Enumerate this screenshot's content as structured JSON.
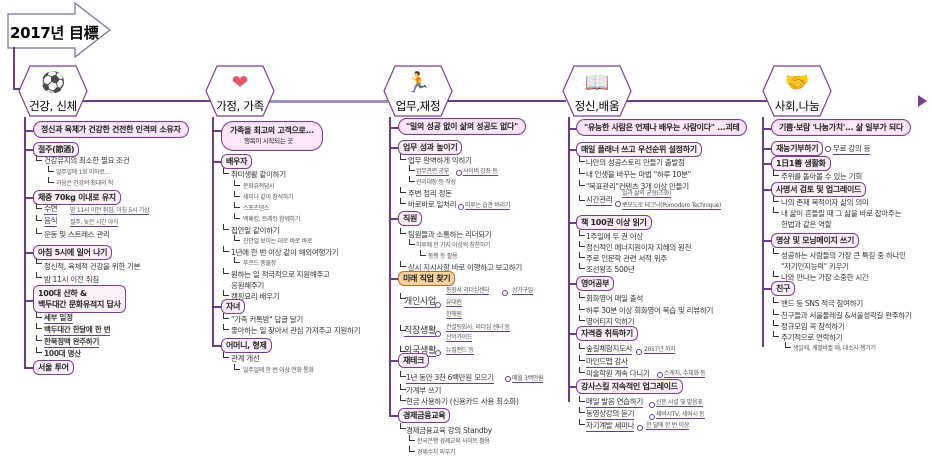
{
  "title": "2017년 目標",
  "colors": {
    "branch": "#6b3f87",
    "cloud_fill": "#fbe6fa",
    "box_fill": "#fdf0fb",
    "highlight_fill": "#fcd3a0"
  },
  "branches": [
    {
      "label": "건강, 신체",
      "icon": "soccer-player-icon",
      "glyph": "⚽",
      "motto": "정신과 육체가 건강한 건전한 인격의 소유자",
      "topics": [
        {
          "label": "절주(節酒)",
          "items": [
            {
              "text": "건강유지의 최소한 필요 조건",
              "sub": [
                "일주일에 1회 이하로...",
                "과음은 건강의 최대의 적"
              ]
            }
          ]
        },
        {
          "label": "체중 70kg 이내로 유지",
          "items": [
            {
              "text": "수면",
              "note": "밤 11시 이전 취침, 아침 5시 기상"
            },
            {
              "text": "음식",
              "note": "절주, 늦은 시간 야식"
            },
            {
              "text": "운동 및 스트레스 관리"
            }
          ]
        },
        {
          "label": "아침 5시에 일어 나기",
          "items": [
            {
              "text": "정신적, 육체적 건강을 위한 기본"
            },
            {
              "text": "밤 11시 이전 취침"
            }
          ]
        },
        {
          "label_line1": "100대 산하 &",
          "label_line2": "백두대간 문화유적지 답사",
          "items": [
            {
              "text": "세부 일정"
            },
            {
              "text": "백두대간 한달에 한 번"
            },
            {
              "text": "한북정맥 완주하기"
            },
            {
              "text": "100대 명산"
            }
          ]
        },
        {
          "label": "서울 투어",
          "items": []
        }
      ]
    },
    {
      "label": "가정, 가족",
      "icon": "heart-hand-icon",
      "glyph": "❤",
      "motto": "가족을 최고의 고객으로...",
      "motto_sub": "행복이 시작되는 곳",
      "topics": [
        {
          "label": "배우자",
          "items": [
            {
              "text": "취미생활 같이하기",
              "sub": [
                "문화유적답사",
                "세미나 같이 참석하기",
                "스포츠댄스",
                "백패킹, 트레킹 함께하기"
              ]
            },
            {
              "text": "집안일 같이하기",
              "sub": [
                "진안일 보이는 대로 바로 바로"
              ]
            },
            {
              "text": "1년에 한 번 이상 같이 해외여행가기",
              "sub": [
                "푸르드 풍물장"
              ]
            },
            {
              "text": "원하는 일 적극적으로 지원해주고",
              "text2": "응원해주기"
            },
            {
              "text": "캠핑요리 배우기"
            }
          ]
        },
        {
          "label": "자녀",
          "items": [
            {
              "text": "\"가족 커톡방\" 답글 달기"
            },
            {
              "text": "좋아하는 일 찾아서 관심 가져주고 지원하기"
            }
          ]
        },
        {
          "label": "어머니, 형제",
          "items": [
            {
              "text": "관계 개선",
              "sub": [
                "일주일에 한 번 이상 전화 통화"
              ]
            }
          ]
        }
      ]
    },
    {
      "label": "업무,재정",
      "icon": "business-runner-icon",
      "glyph": "🏃",
      "motto": "\"일의 성공 없이 삶의 성공도 없다\"",
      "topics": [
        {
          "label": "업무 성과 높이기",
          "items": [
            {
              "text": "업무 완벽하게 익히기",
              "sub": [
                "업무관련 공부",
                "관리대장 등 작성"
              ],
              "sub_note": "사이버 강좌 등"
            },
            {
              "text": "주변 정리 정돈"
            },
            {
              "text": "바로바로 일처리",
              "note": "미루는 습관 버리기"
            }
          ]
        },
        {
          "label": "직원",
          "items": [
            {
              "text": "팀원들과 소통하는 리더되기",
              "sub": [
                "하루에 한 가지 이상씩 칭찬하기"
              ],
              "sub2": [
                "동행 등 활용"
              ]
            },
            {
              "text": "상시 지시사항 바로 이행하고 보고하기"
            }
          ]
        },
        {
          "label": "미래 직업 찾기",
          "highlight": true,
          "items": [
            {
              "text": "개인사업",
              "options": [
                "동장사 리더십센터",
                "유대원",
                "한해원"
              ],
              "option_note": "상가구입"
            },
            {
              "text": "직장생활",
              "options": [
                "컨설팅회사, 리더십 센터 등",
                "산악가이드"
              ]
            },
            {
              "text": "외국생활",
              "options": [
                "뉴질랜드 등"
              ]
            }
          ]
        },
        {
          "label": "재테크",
          "items": [
            {
              "text": "1년 동안 3천 6백만원 모으기",
              "note": "매월 3백만원"
            },
            {
              "text": "가계부 쓰기"
            },
            {
              "text": "현금 사용하기 (신용카드 사용 최소화)"
            }
          ]
        },
        {
          "label": "경제금융교육",
          "items": [
            {
              "text": "경제금융교육 강의 Standby",
              "sub": [
                "한국은행 경제교육 사이트 활용",
                "경제수치 외우기"
              ]
            }
          ]
        }
      ]
    },
    {
      "label": "정신,배움",
      "icon": "open-book-icon",
      "glyph": "📖",
      "motto": "\"유능한 사람은 언제나 배우는 사람이다\" ...괴테",
      "topics": [
        {
          "label": "매일 플래너 쓰고 우선순위 설정하기",
          "items": [
            {
              "text": "나만의 성공스토리 만들기 출발점"
            },
            {
              "text": "내 인생을 바꾸는 마법 \"하루 10분\""
            },
            {
              "text": "\"목표관리\"컨텐츠 3개 이상 만들기"
            },
            {
              "text": "시간관리",
              "options": [
                "일과 삶의 균형(조화)",
                "뽀모도로 테크닉(Pomodoro Technique)"
              ]
            }
          ]
        },
        {
          "label": "책 100권 이상 읽기",
          "items": [
            {
              "text": "1주일에 두 권 이상"
            },
            {
              "text": "정신적인 에너지원이자 지혜의 원천"
            },
            {
              "text": "주로 인문학 관련 서적 위주"
            },
            {
              "text": "조선왕조 500년"
            }
          ]
        },
        {
          "label": "영어공부",
          "items": [
            {
              "text": "회화영어 매일 출석"
            },
            {
              "text": "하루 30분 이상 회화영어 복습 및 리뷰하기"
            },
            {
              "text": "영어티지 익히기"
            }
          ]
        },
        {
          "label": "자격증 취득하기",
          "items": [
            {
              "text": "숲길체험지도사",
              "note": "2017년 까지"
            },
            {
              "text": "마인드맵 강사"
            },
            {
              "text": "미술학원 계속 다니기",
              "note": "스케치, 수채화 등"
            }
          ]
        },
        {
          "label": "강사스킬 지속적인 업그레이드",
          "items": [
            {
              "text": "매일 발음 연습하기",
              "note": "신문 사설 및 발음표"
            },
            {
              "text": "동영상강의 듣기",
              "note": "세바시TV, 세바시 등"
            },
            {
              "text": "자기계발 세미나",
              "note": "한 달에 한 번 이상"
            }
          ]
        }
      ]
    },
    {
      "label": "사회,나눔",
      "icon": "handshake-icon",
      "glyph": "🤝",
      "motto": "기쁨·보람 '나눔가치'... 삶 일부가 되다",
      "topics": [
        {
          "label": "재능기부하기",
          "note": "무료 강의 등",
          "items": []
        },
        {
          "label": "1日1善 생활화",
          "items": [
            {
              "text": "주위를 돌아볼 수 있는 기회"
            }
          ]
        },
        {
          "label": "사명서 검토 및 업그레이드",
          "items": [
            {
              "text": "나의 존재 목적이자 삶의 의미"
            },
            {
              "text": "내 삶이 흔들릴 때 그 삶을 바로 잡아주는",
              "text2": "헌법과 같은 역할"
            }
          ]
        },
        {
          "label": "명상 및 모닝메이지 쓰기",
          "items": [
            {
              "text": "성공하는 사람들의 가장 큰 특징 중 하나인",
              "text2": "\"자기인지능력\" 키우기"
            },
            {
              "text": "나와 만나는 가장 소중한 시간"
            }
          ]
        },
        {
          "label": "친구",
          "items": [
            {
              "text": "밴드 등 SNS 적극 참여하기"
            },
            {
              "text": "친구들과 서울둘레길 &서울성곽길 완주하기"
            },
            {
              "text": "정규모임 꼭 참석하기"
            },
            {
              "text": "주기적으로 연락하기",
              "sub": [
                "생일때, 계절바뀔 때,  대소사 챙기기"
              ]
            }
          ]
        }
      ]
    }
  ]
}
